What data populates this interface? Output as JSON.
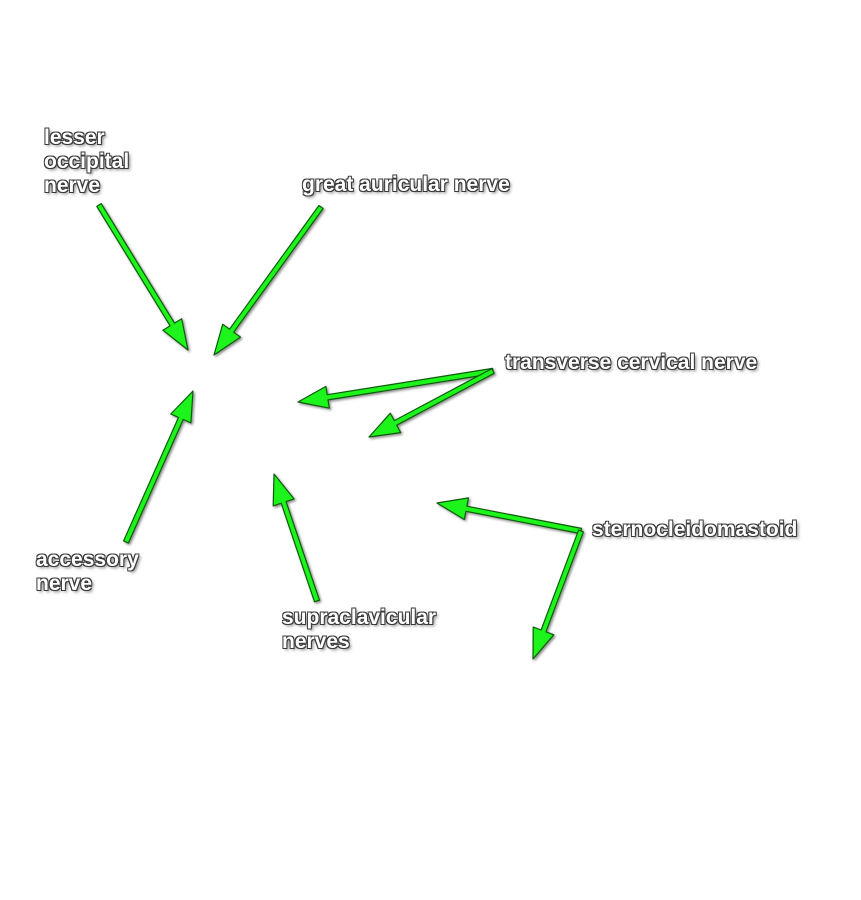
{
  "labels": {
    "lesser_occipital": "lesser\noccipital\nnerve",
    "great_auricular": "great auricular nerve",
    "transverse_cervical": "transverse cervical nerve",
    "accessory": "accessory\nnerve",
    "supraclavicular": "supraclavicular\nnerves",
    "sternocleidomastoid": "sternocleidomastoid"
  },
  "colors": {
    "background": "#ffffff",
    "arrow_fill": "#1ff41a",
    "arrow_outline": "#0b5a08",
    "label_text": "#ffffff",
    "label_shadow": "#3a3a3a"
  }
}
